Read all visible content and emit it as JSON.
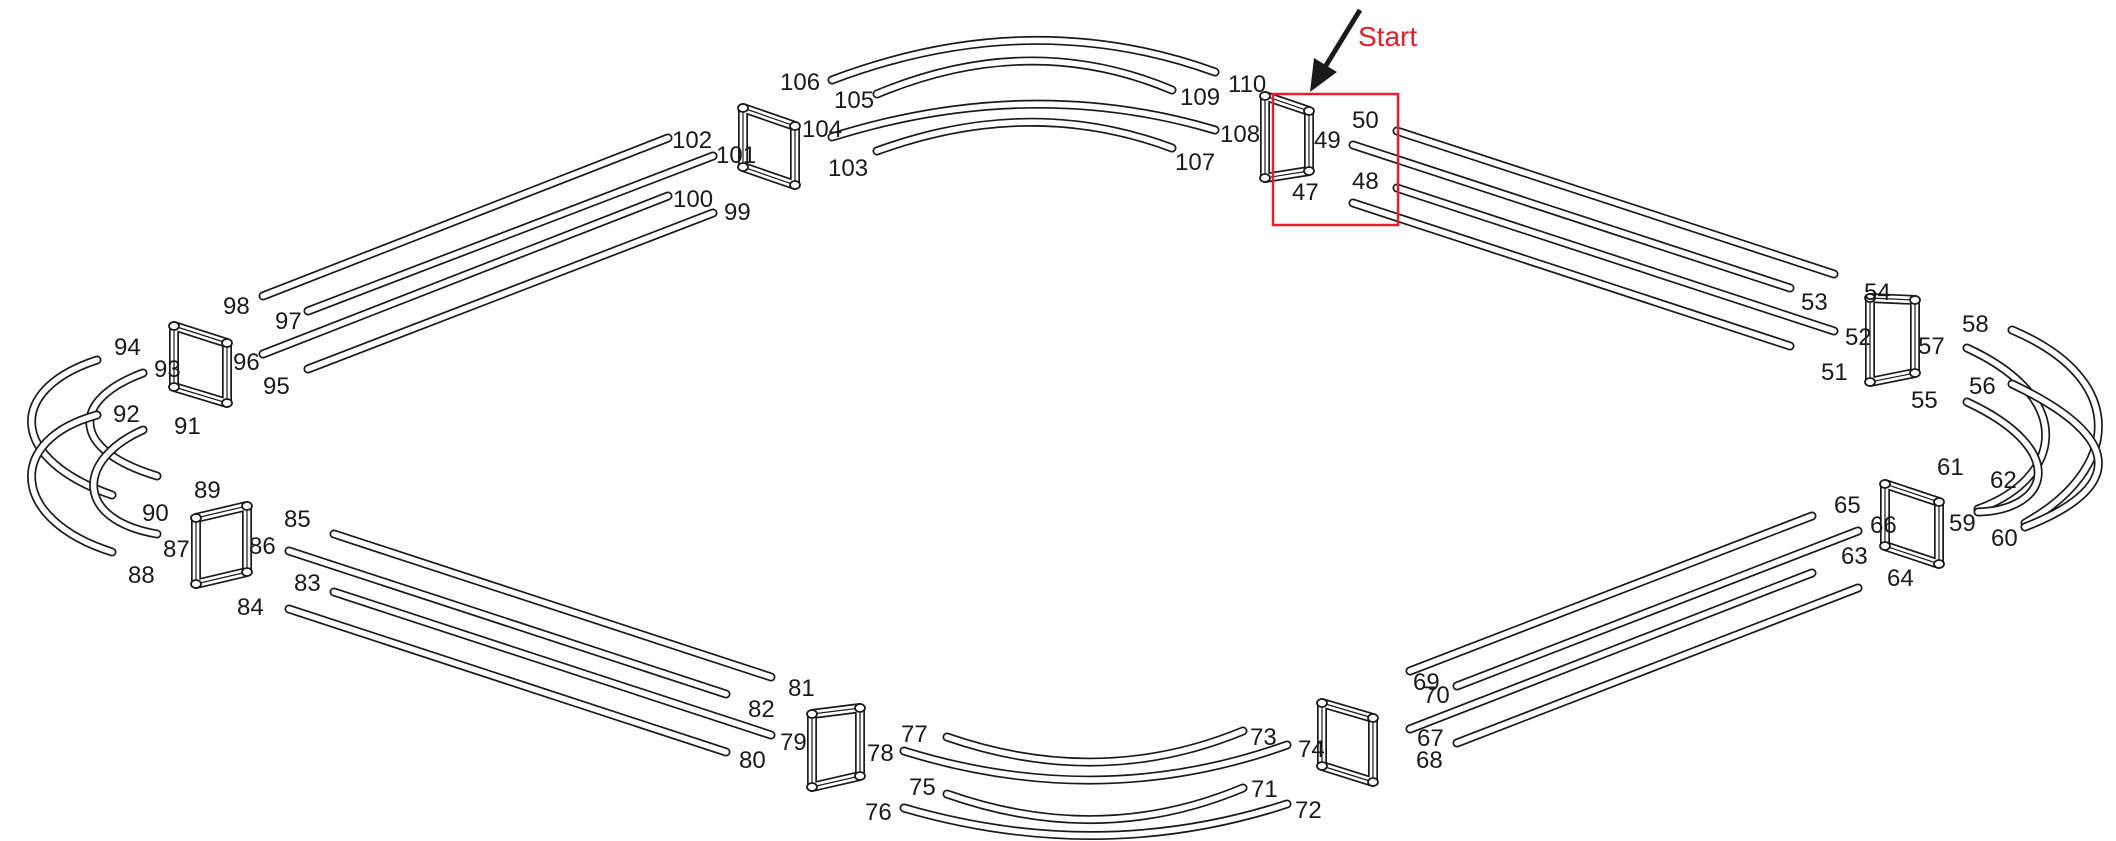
{
  "start_label": "Start",
  "colors": {
    "highlight": "#e0202a",
    "line": "#1a1a1a",
    "background": "#ffffff"
  },
  "part_numbers": [
    "47",
    "48",
    "49",
    "50",
    "51",
    "52",
    "53",
    "54",
    "55",
    "56",
    "57",
    "58",
    "59",
    "60",
    "61",
    "62",
    "63",
    "64",
    "65",
    "66",
    "67",
    "68",
    "69",
    "70",
    "71",
    "72",
    "73",
    "74",
    "75",
    "76",
    "77",
    "78",
    "79",
    "80",
    "81",
    "82",
    "83",
    "84",
    "85",
    "86",
    "87",
    "88",
    "89",
    "90",
    "91",
    "92",
    "93",
    "94",
    "95",
    "96",
    "97",
    "98",
    "99",
    "100",
    "101",
    "102",
    "103",
    "104",
    "105",
    "106",
    "107",
    "108",
    "109",
    "110"
  ]
}
